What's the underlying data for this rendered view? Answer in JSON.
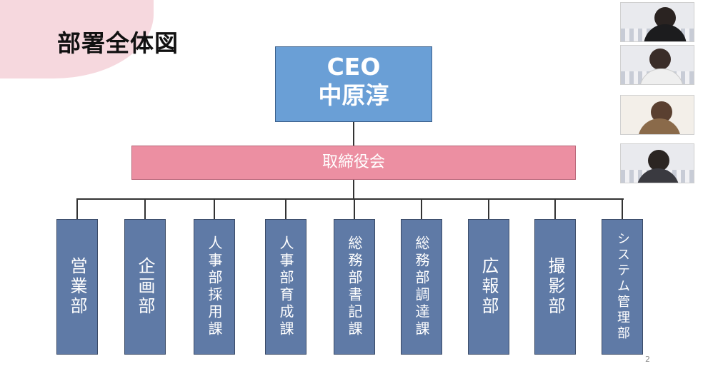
{
  "slide": {
    "title": "部署全体図",
    "page_number": "2"
  },
  "org_chart": {
    "top": {
      "role": "CEO",
      "name": "中原淳"
    },
    "board": "取締役会",
    "departments": [
      "営業部",
      "企画部",
      "人事部採用課",
      "人事部育成課",
      "総務部書記課",
      "総務部調達課",
      "広報部",
      "撮影部",
      "システム管理部"
    ]
  },
  "colors": {
    "ceo_box": "#6a9fd6",
    "board_box": "#ec8fa2",
    "dept_box": "#5f7aa6",
    "title_accent": "#f6d8de"
  },
  "participants": [
    {
      "icon": "participant-video-icon"
    },
    {
      "icon": "participant-video-icon"
    },
    {
      "icon": "participant-video-icon"
    },
    {
      "icon": "participant-video-icon"
    }
  ]
}
